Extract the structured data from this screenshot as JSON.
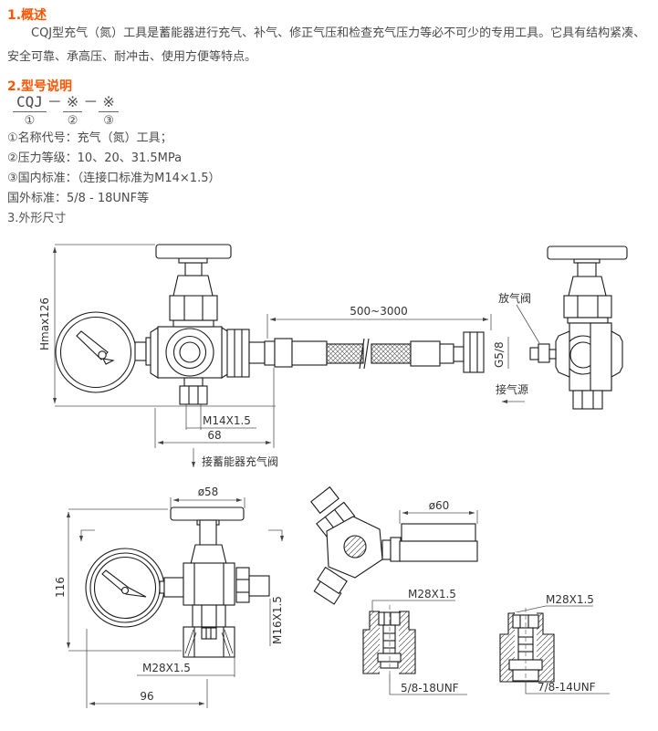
{
  "accent_color": "#ff5500",
  "overview": {
    "heading": "1.概述",
    "body": "CQJ型充气（氮）工具是蓄能器进行充气、补气、修正气压和检查充气压力等必不可少的专用工具。它具有结构紧凑、安全可靠、承高压、耐冲击、使用方便等特点。"
  },
  "model": {
    "heading": "2.型号说明",
    "code": {
      "part1": "CQJ",
      "num1": "①",
      "dash1": "－",
      "part2": "※",
      "num2": "②",
      "dash2": "－",
      "part3": "※",
      "num3": "③"
    },
    "items": [
      "①名称代号：充气（氮）工具；",
      "②压力等级：10、20、31.5MPa",
      "③国内标准：（连接口标准为M14×1.5）",
      "国外标准：5/8 - 18UNF等"
    ]
  },
  "outline": {
    "heading": "3.外形尺寸",
    "labels": {
      "hmax": "Hmax126",
      "hose_length": "500~3000",
      "bleed_valve": "放气阀",
      "g58": "G5/8",
      "gas_source": "接气源",
      "m14": "M14X1.5",
      "width68": "68",
      "accumulator_valve": "接蓄能器充气阀",
      "dia58": "ø58",
      "h116": "116",
      "m16": "M16X1.5",
      "m28_left": "M28X1.5",
      "w96": "96",
      "dia60": "ø60",
      "m28_mid": "M28X1.5",
      "unf58": "5/8-18UNF",
      "m28_right": "M28X1.5",
      "unf78": "7/8-14UNF"
    }
  }
}
